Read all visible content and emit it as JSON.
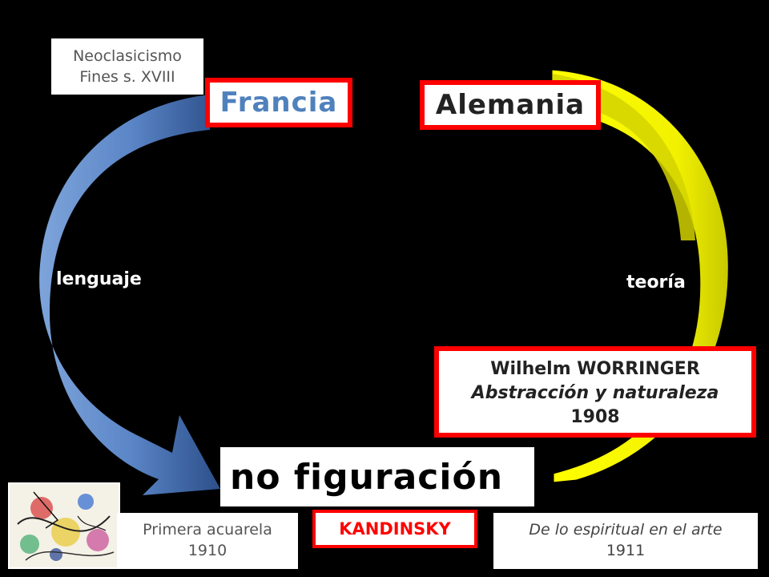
{
  "left_top_note": {
    "line1": "Neoclasicismo",
    "line2": "Fines s. XVIII"
  },
  "francia": {
    "label": "Francia"
  },
  "alemania": {
    "label": "Alemania"
  },
  "arc_labels": {
    "left": "lenguaje",
    "right": "teoría"
  },
  "worringer": {
    "author": "Wilhelm WORRINGER",
    "book": "Abstracción y naturaleza",
    "year": "1908"
  },
  "result": {
    "label": "no figuración"
  },
  "kandinsky": {
    "label": "KANDINSKY"
  },
  "bottom_left_note": {
    "line1": "Primera acuarela",
    "line2": "1910"
  },
  "bottom_right_note": {
    "line1": "De lo espiritual en el arte",
    "line2": "1911"
  },
  "colors": {
    "background": "#000000",
    "blue_arrow": "#5b86c7",
    "blue_arrow_dark": "#2c4f8a",
    "yellow_arrow": "#ffff00",
    "yellow_arrow_dark": "#c8c800",
    "frame_red": "#ff0000",
    "francia_text": "#4f81bd"
  }
}
